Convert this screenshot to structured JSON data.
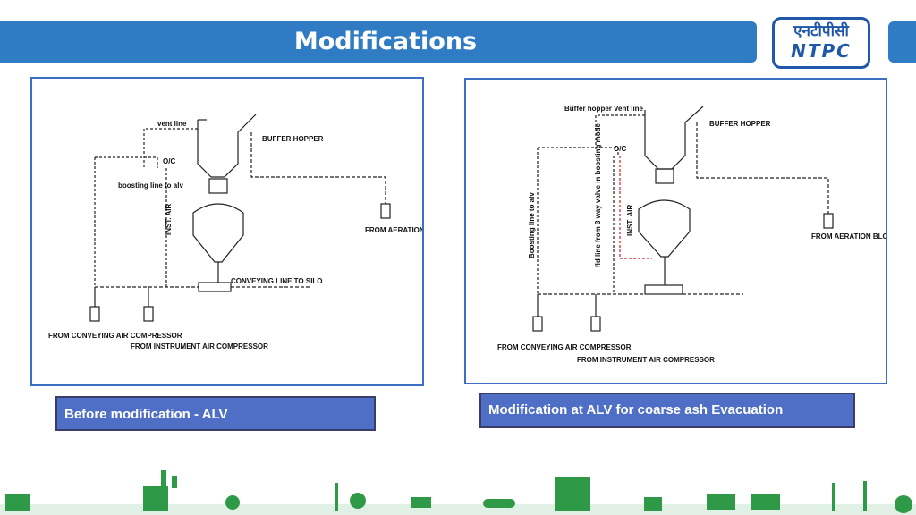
{
  "header": {
    "title": "Modifications"
  },
  "logo": {
    "hindi_text": "एनटीपीसी",
    "english_text": "NTPC"
  },
  "left_panel": {
    "caption": "Before modification - ALV",
    "labels": {
      "vent_line": "vent line",
      "buffer_hopper": "BUFFER HOPPER",
      "oc": "O/C",
      "boosting_line": "boosting line to alv",
      "inst_air": "INST. AIR",
      "from_aeration_blower": "FROM AERATION BLOWER",
      "conveying_line": "CONVEYING LINE TO SILO",
      "from_conveying": "FROM CONVEYING AIR COMPRESSOR",
      "from_instrument": "FROM INSTRUMENT AIR COMPRESSOR"
    }
  },
  "right_panel": {
    "caption": "Modification at ALV for coarse ash Evacuation",
    "labels": {
      "vent_line": "Buffer hopper Vent line",
      "buffer_hopper": "BUFFER HOPPER",
      "oc": "O/C",
      "boosting_line": "Boosting line to alv",
      "fld_line": "fld line from 3 way valve in boosting mode",
      "inst_air": "INST. AIR",
      "from_aeration_blower": "FROM AERATION BLOWER",
      "from_conveying": "FROM CONVEYING AIR COMPRESSOR",
      "from_instrument": "FROM INSTRUMENT AIR COMPRESSOR"
    }
  },
  "colors": {
    "accent": "#2f7bc4",
    "caption_bg": "#4f6fc7",
    "panel_border": "#3a6fc4",
    "footer_green": "#2e9a47"
  }
}
